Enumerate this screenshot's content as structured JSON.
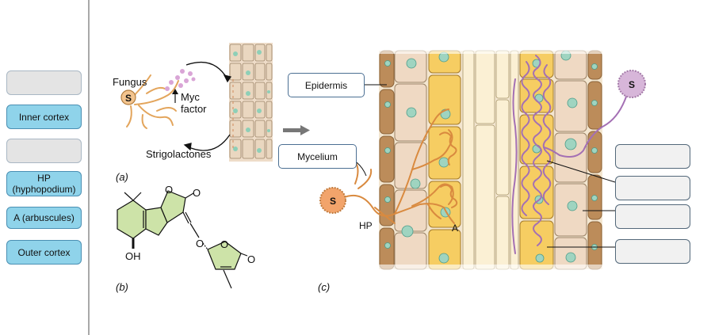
{
  "answer_bank": {
    "items": [
      {
        "label": "",
        "filled": false
      },
      {
        "label": "Inner cortex",
        "filled": true
      },
      {
        "label": "",
        "filled": false
      },
      {
        "label": "HP (hyphopodium)",
        "filled": true
      },
      {
        "label": "A (arbuscules)",
        "filled": true
      },
      {
        "label": "Outer cortex",
        "filled": true
      }
    ]
  },
  "panel_a": {
    "tag": "(a)",
    "fungus": "Fungus",
    "spore": "S",
    "myc": "Myc",
    "factor": "factor",
    "strigolactones": "Strigolactones"
  },
  "panel_b": {
    "tag": "(b)",
    "oh": "OH",
    "o1": "O",
    "o2": "O",
    "o3": "O",
    "o4": "O",
    "o5": "O"
  },
  "panel_c": {
    "tag": "(c)",
    "epidermis": "Epidermis",
    "mycelium": "Mycelium",
    "hp": "HP",
    "a": "A",
    "spore_left": "S",
    "spore_right": "S"
  },
  "drop_targets": [
    "",
    "",
    "",
    ""
  ]
}
